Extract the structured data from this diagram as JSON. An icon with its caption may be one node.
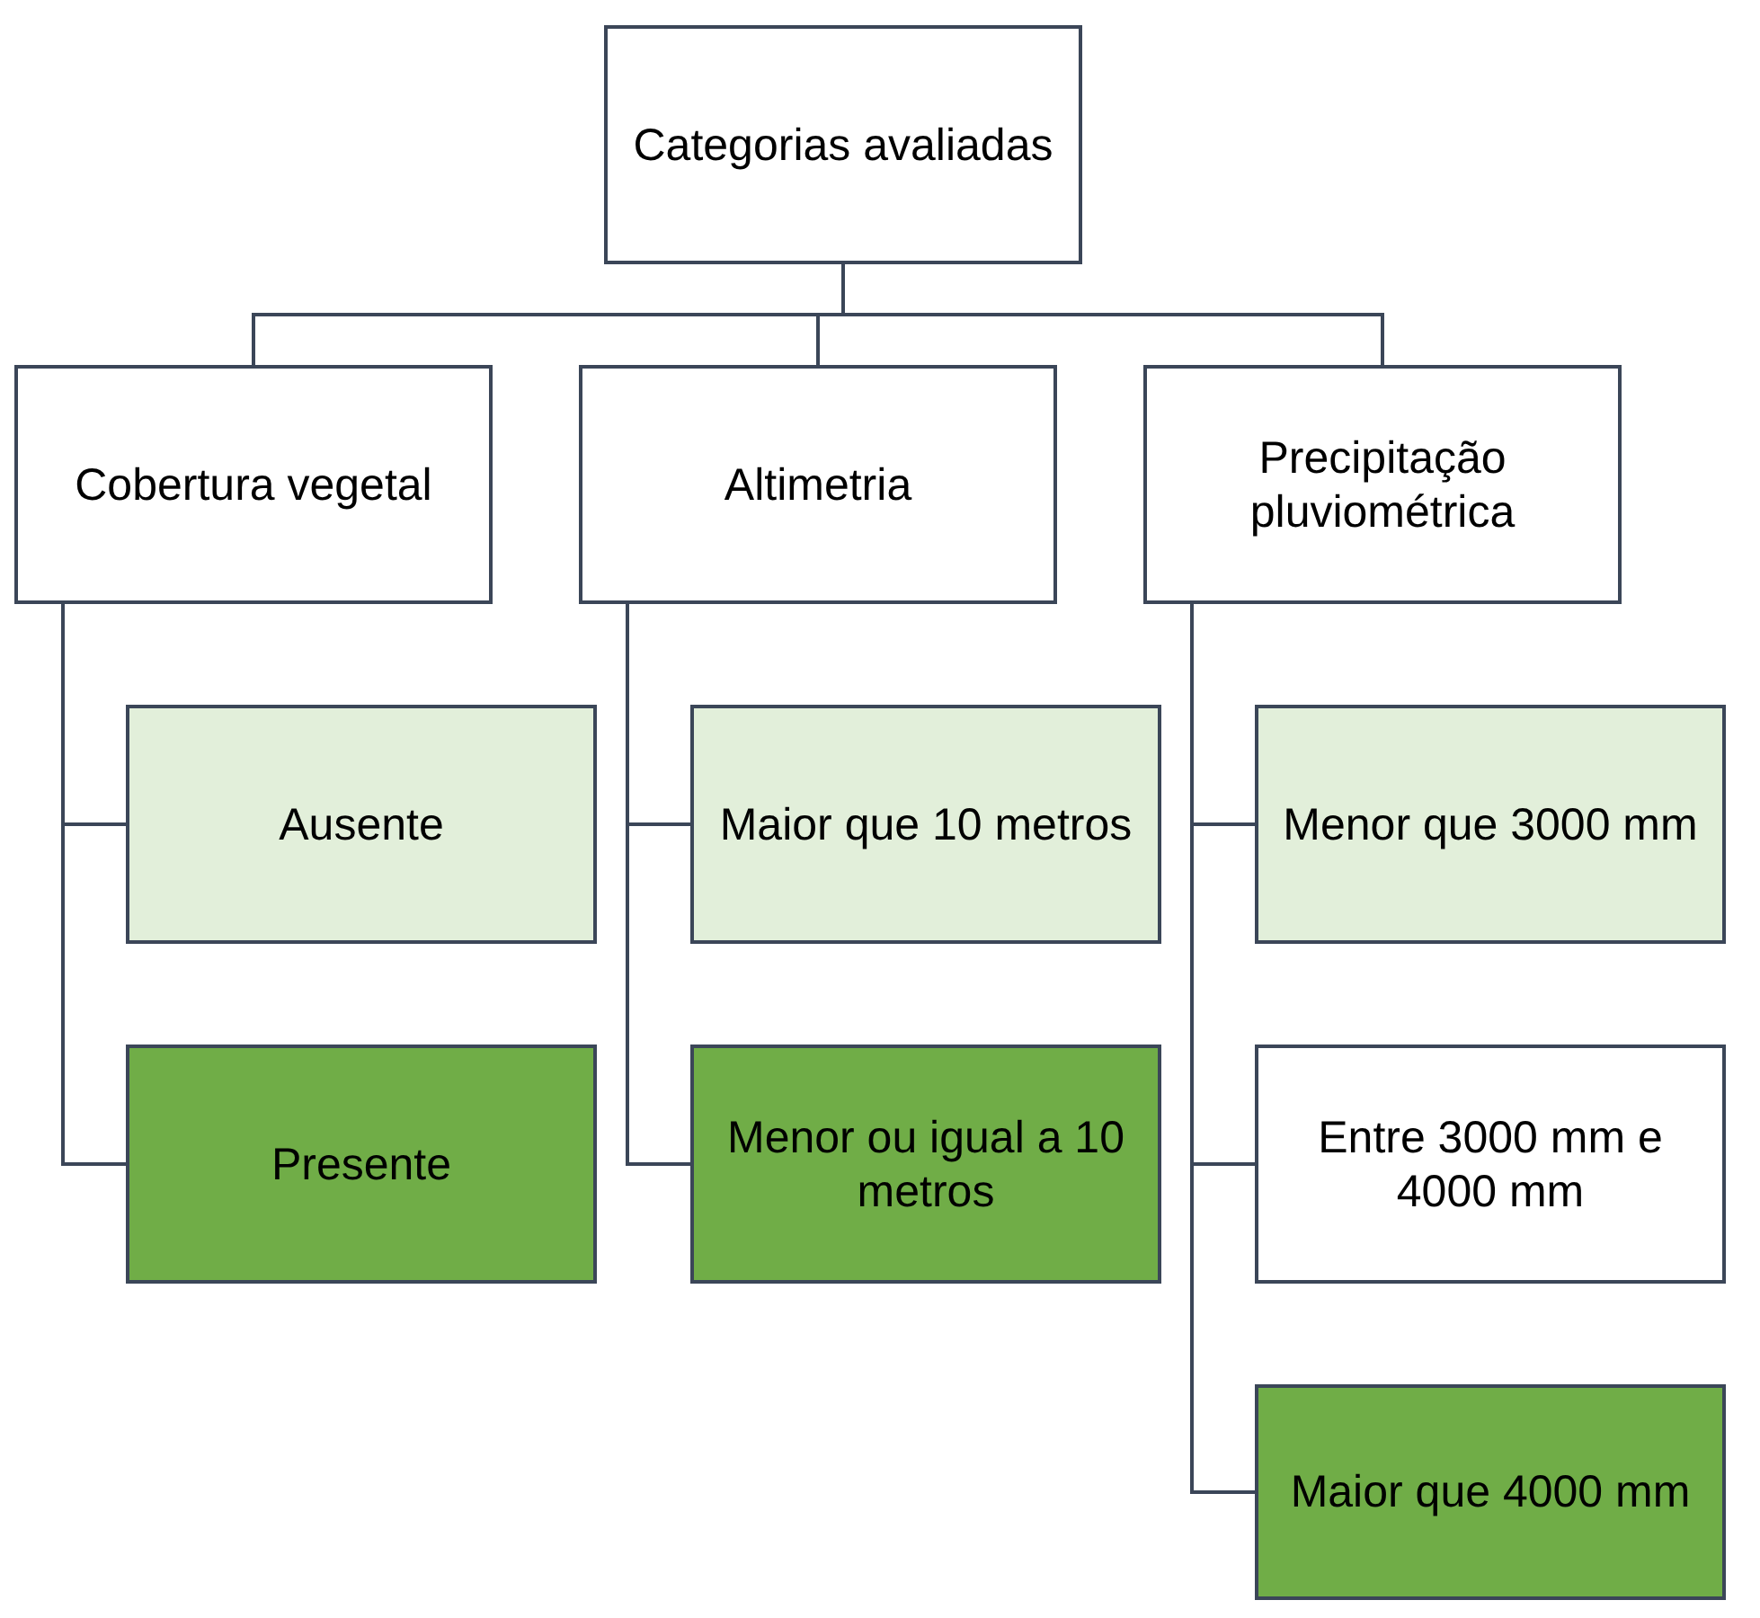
{
  "diagram": {
    "nodes": [
      {
        "text": [
          "Categorias avaliadas"
        ]
      },
      {
        "text": [
          "Cobertura vegetal"
        ]
      },
      {
        "text": [
          "Altimetria"
        ]
      },
      {
        "text": [
          "Precipitação pluviométrica"
        ]
      },
      {
        "text": [
          "Ausente"
        ]
      },
      {
        "text": [
          "Presente"
        ]
      },
      {
        "text": [
          "Maior que 10 metros"
        ]
      },
      {
        "text": [
          "Menor ou igual a 10 metros"
        ]
      },
      {
        "text": [
          "Menor que 3000 mm"
        ]
      },
      {
        "text": [
          "Entre 3000 mm e 4000 mm"
        ]
      },
      {
        "text": [
          "Maior que 4000 mm"
        ]
      }
    ],
    "edges": [
      {
        "from": 0,
        "to": 1,
        "arrow": "none"
      },
      {
        "from": 0,
        "to": 2,
        "arrow": "none"
      },
      {
        "from": 0,
        "to": 3,
        "arrow": "none"
      },
      {
        "from": 1,
        "to": 4,
        "arrow": "none"
      },
      {
        "from": 1,
        "to": 5,
        "arrow": "none"
      },
      {
        "from": 2,
        "to": 6,
        "arrow": "none"
      },
      {
        "from": 2,
        "to": 7,
        "arrow": "none"
      },
      {
        "from": 3,
        "to": 8,
        "arrow": "none"
      },
      {
        "from": 3,
        "to": 9,
        "arrow": "none"
      },
      {
        "from": 3,
        "to": 10,
        "arrow": "none"
      }
    ]
  }
}
